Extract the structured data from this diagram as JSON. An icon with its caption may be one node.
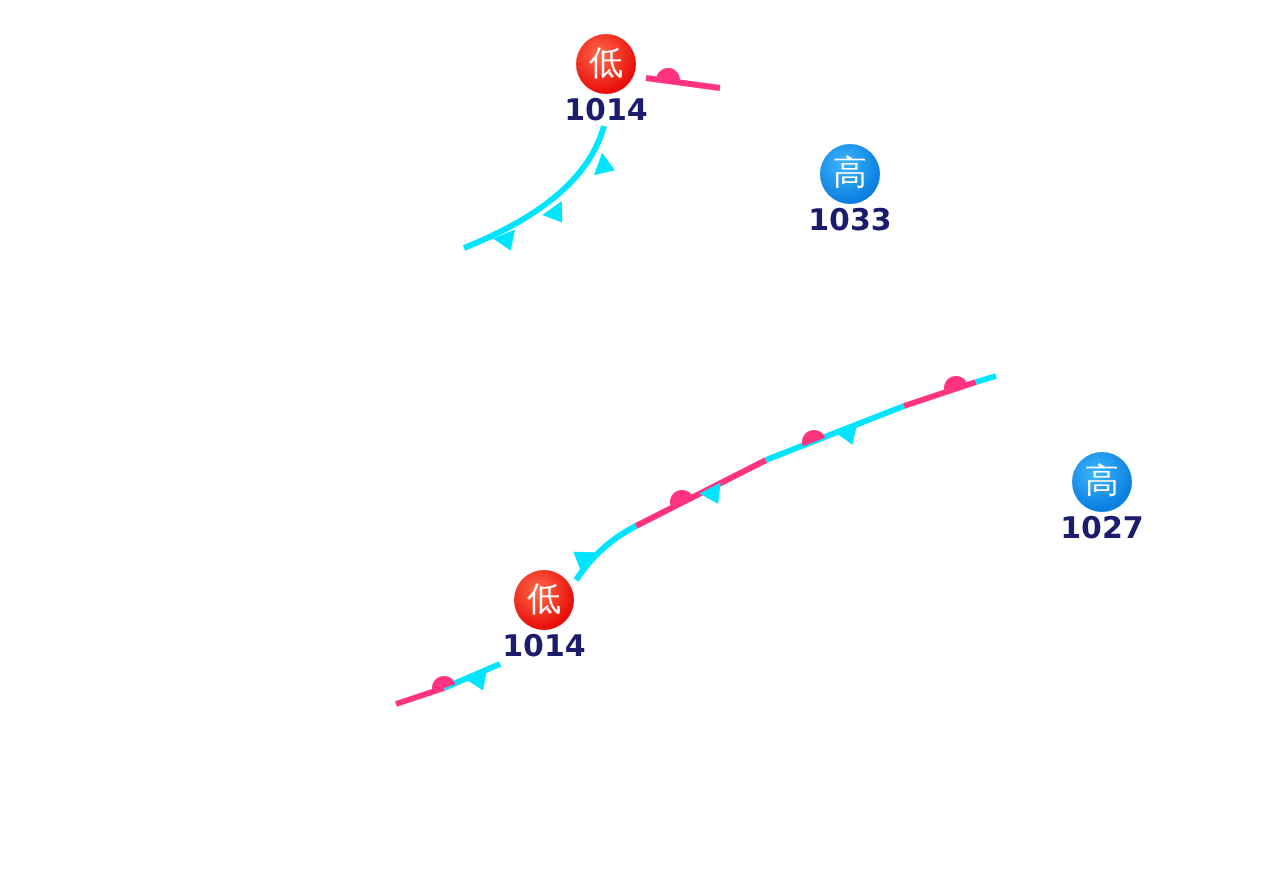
{
  "diagram": {
    "nodes": [
      {
        "text": [
          "低"
        ],
        "beside": [
          "1014"
        ]
      },
      {
        "text": [
          "高"
        ],
        "beside": [
          "1033"
        ]
      },
      {
        "text": [
          "低"
        ],
        "beside": [
          "1014"
        ]
      },
      {
        "text": [
          "高"
        ],
        "beside": [
          "1027"
        ]
      }
    ]
  }
}
